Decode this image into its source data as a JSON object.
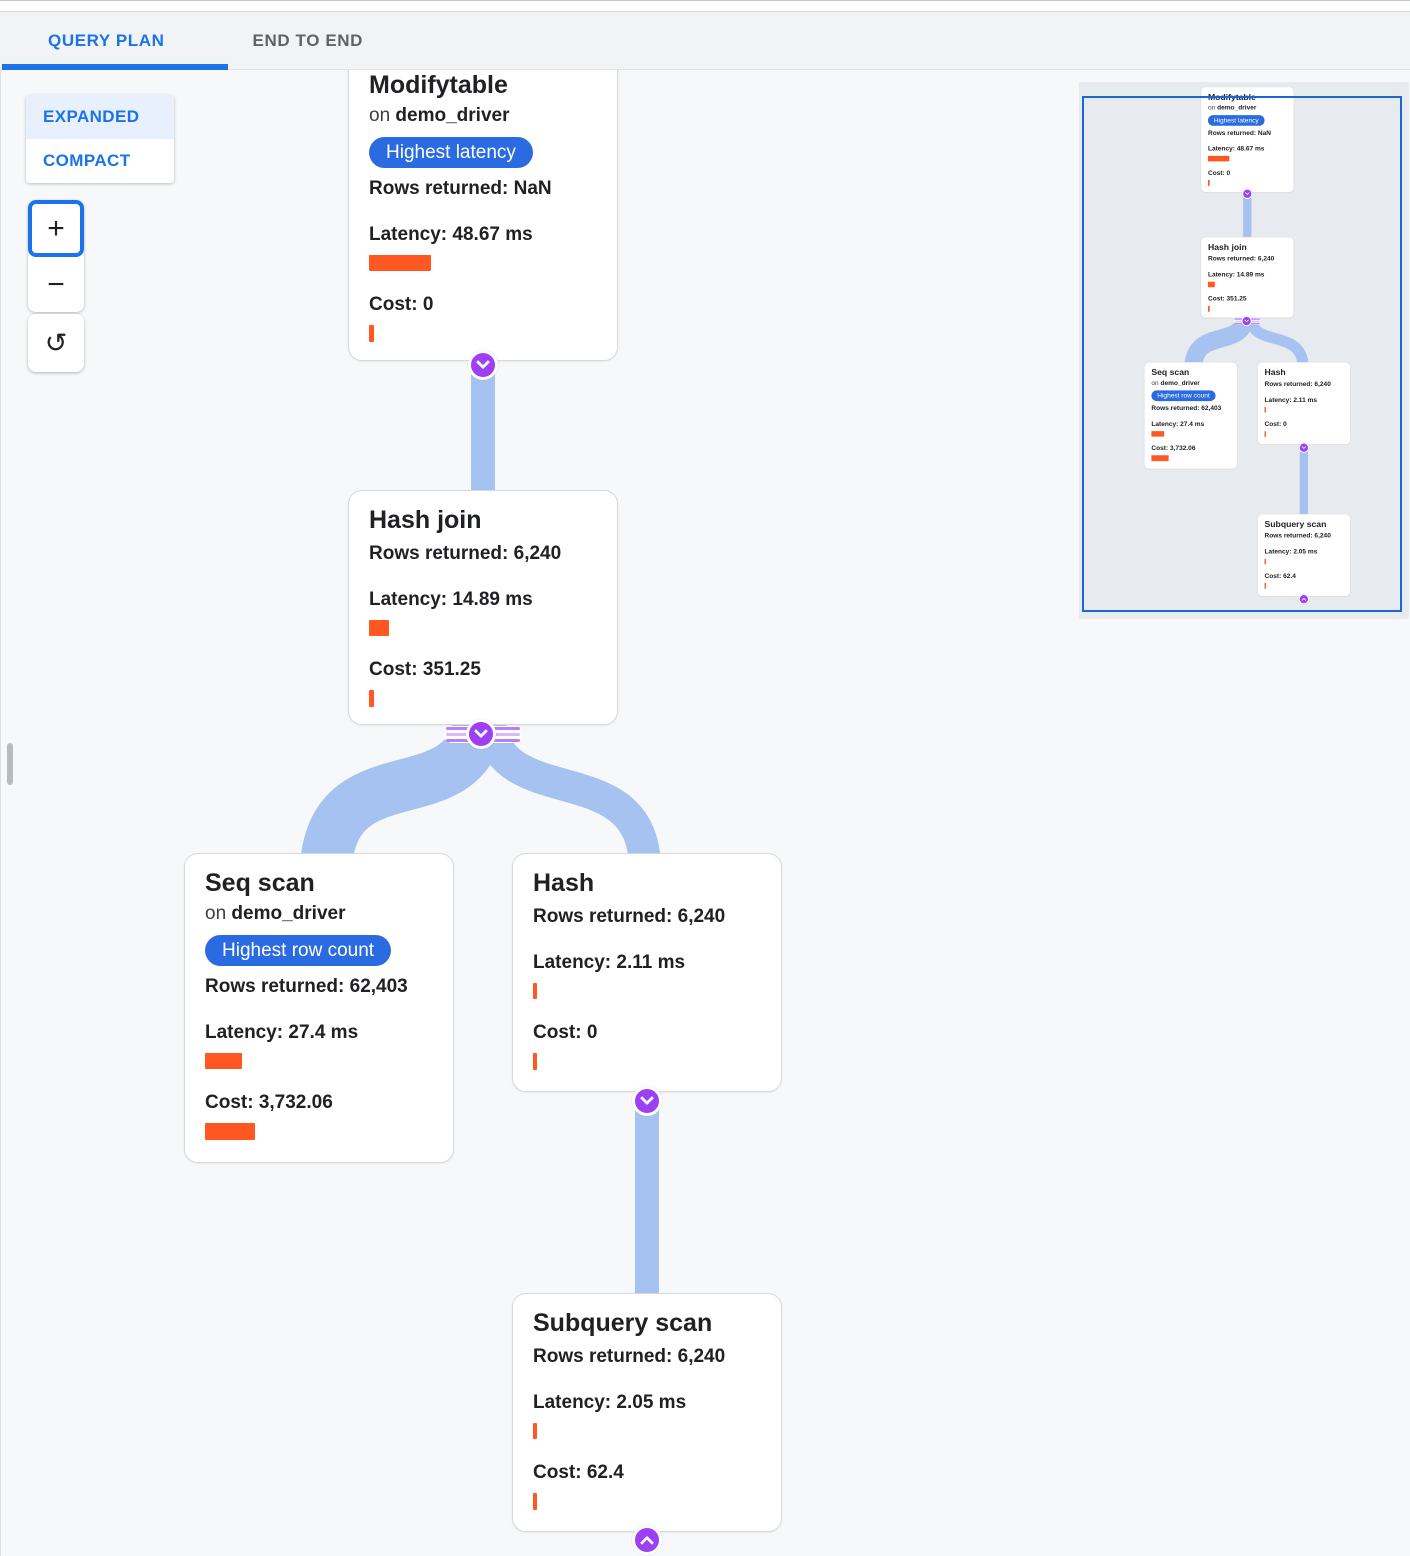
{
  "header": {
    "tabs": [
      {
        "label": "QUERY PLAN",
        "active": true
      },
      {
        "label": "END TO END",
        "active": false
      }
    ]
  },
  "controls": {
    "mode_options": [
      "EXPANDED",
      "COMPACT"
    ],
    "selected_mode": "EXPANDED",
    "expanded_label": "EXPANDED",
    "compact_label": "COMPACT",
    "zoom_in_label": "+",
    "zoom_out_label": "−",
    "reset_label": "↺"
  },
  "nodes": {
    "modifytable": {
      "title": "Modifytable",
      "on_prefix": "on ",
      "table": "demo_driver",
      "badge": "Highest latency",
      "rows_label": "Rows returned: NaN",
      "latency_label": "Latency: 48.67 ms",
      "cost_label": "Cost: 0"
    },
    "hashjoin": {
      "title": "Hash join",
      "rows_label": "Rows returned: 6,240",
      "latency_label": "Latency: 14.89 ms",
      "cost_label": "Cost: 351.25"
    },
    "seqscan": {
      "title": "Seq scan",
      "on_prefix": "on ",
      "table": "demo_driver",
      "badge": "Highest row count",
      "rows_label": "Rows returned: 62,403",
      "latency_label": "Latency: 27.4 ms",
      "cost_label": "Cost: 3,732.06"
    },
    "hash": {
      "title": "Hash",
      "rows_label": "Rows returned: 6,240",
      "latency_label": "Latency: 2.11 ms",
      "cost_label": "Cost: 0"
    },
    "subquery": {
      "title": "Subquery scan",
      "rows_label": "Rows returned: 6,240",
      "latency_label": "Latency: 2.05 ms",
      "cost_label": "Cost: 62.4"
    }
  },
  "colors": {
    "accent_blue": "#1a73e8",
    "badge_blue": "#2b6be2",
    "bar_orange": "#ff5722",
    "edge_blue": "#a5c2f0",
    "connector_purple": "#9d3ff2",
    "minimap_viewport_border": "#1a66d6",
    "minimap_background": "#e7eaee",
    "canvas_background": "#f7f8fa"
  }
}
